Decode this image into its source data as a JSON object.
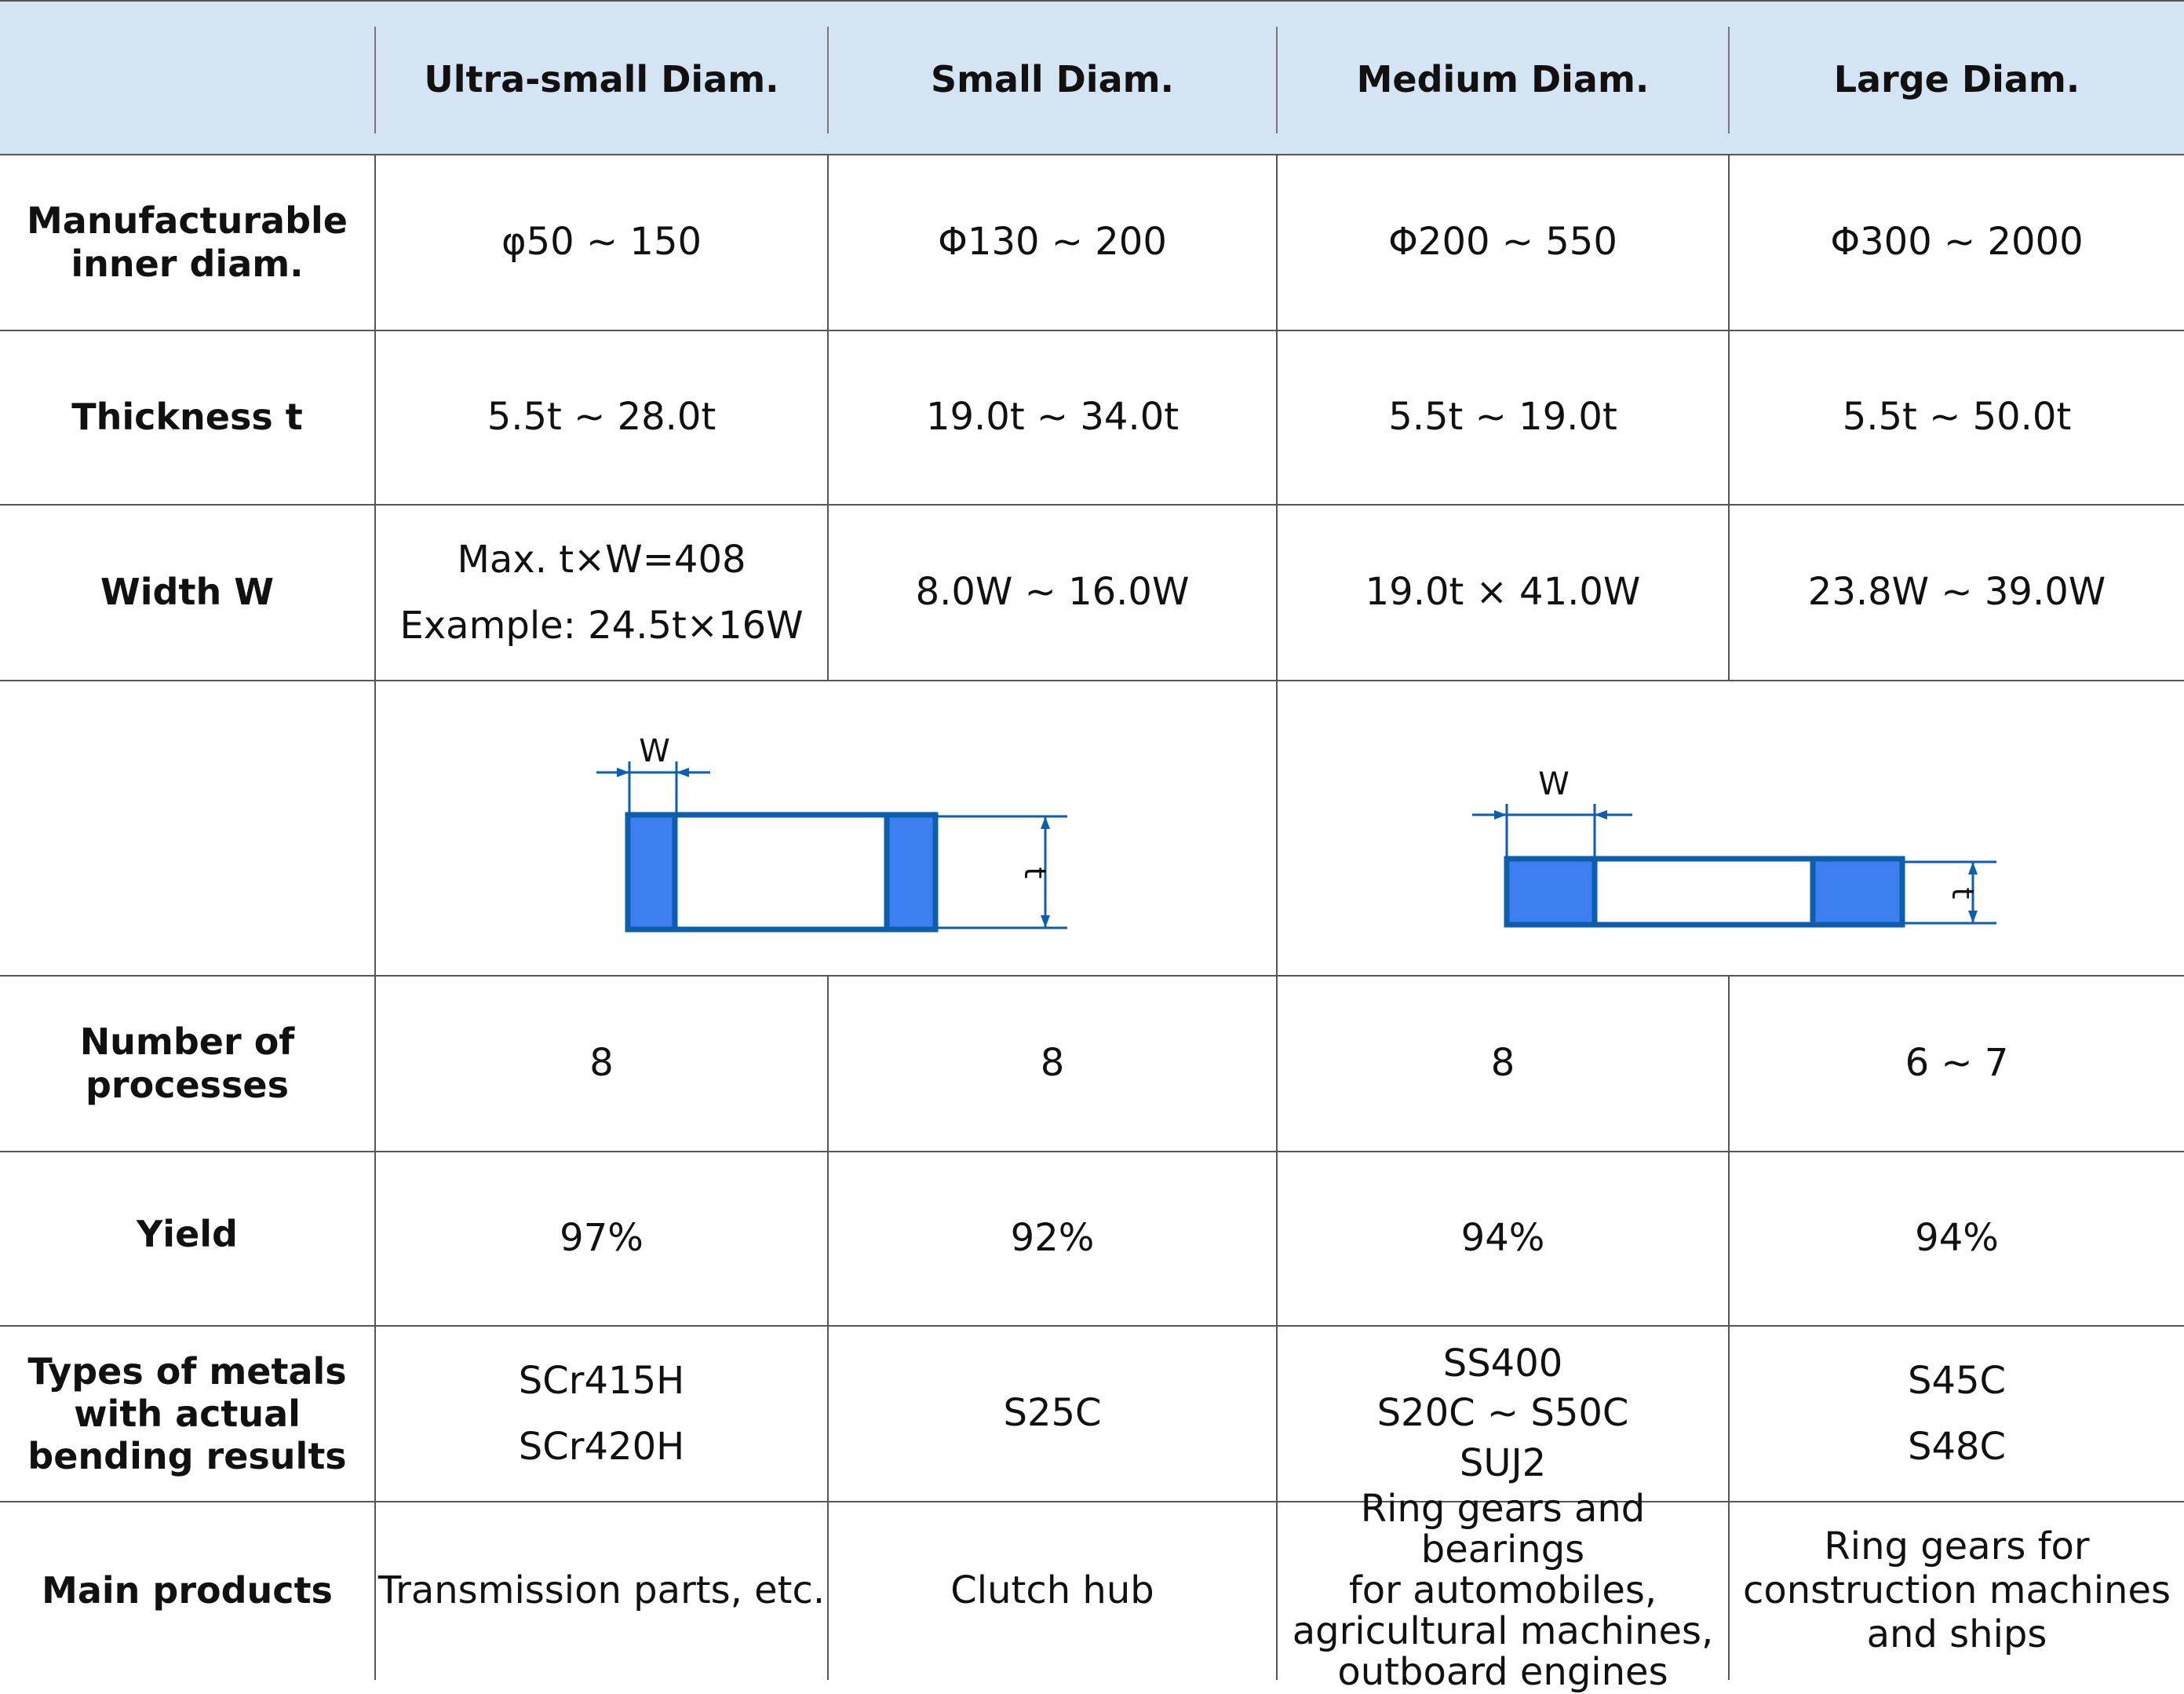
{
  "columns": [
    "Ultra-small Diam.",
    "Small Diam.",
    "Medium Diam.",
    "Large Diam."
  ],
  "rows": {
    "inner_diam": {
      "label_lines": [
        "Manufacturable",
        "inner diam."
      ],
      "values": [
        "φ50 ~ 150",
        "Φ130 ~ 200",
        "Φ200 ~ 550",
        "Φ300 ~ 2000"
      ]
    },
    "thickness": {
      "label": "Thickness t",
      "values": [
        "5.5t ~ 28.0t",
        "19.0t ~ 34.0t",
        "5.5t ~ 19.0t",
        "5.5t ~ 50.0t"
      ]
    },
    "width": {
      "label": "Width W",
      "ultra_lines": [
        "Max. t×W=408",
        "Example: 24.5t×16W"
      ],
      "values": [
        "8.0W ~ 16.0W",
        "19.0t × 41.0W",
        "23.8W ~ 39.0W"
      ]
    },
    "diagram": {
      "width_symbol": "W",
      "thickness_symbol": "t",
      "colors": {
        "fill": "#3d7ef0",
        "outline": "#0d5fad"
      }
    },
    "processes": {
      "label_lines": [
        "Number of",
        "processes"
      ],
      "values": [
        "8",
        "8",
        "8",
        "6 ~ 7"
      ]
    },
    "yield": {
      "label": "Yield",
      "values": [
        "97%",
        "92%",
        "94%",
        "94%"
      ]
    },
    "metals": {
      "label_lines": [
        "Types of metals",
        "with actual",
        "bending results"
      ],
      "ultra_lines": [
        "SCr415H",
        "SCr420H"
      ],
      "small": "S25C",
      "medium_lines": [
        "SS400",
        "S20C ~ S50C",
        "SUJ2"
      ],
      "large_lines": [
        "S45C",
        "S48C"
      ]
    },
    "products": {
      "label": "Main products",
      "ultra": "Transmission parts, etc.",
      "small": "Clutch hub",
      "medium_lines": [
        "Ring gears and bearings",
        "for automobiles,",
        "agricultural machines,",
        "outboard engines"
      ],
      "large_lines": [
        "Ring gears for",
        "construction machines",
        "and ships"
      ]
    }
  }
}
